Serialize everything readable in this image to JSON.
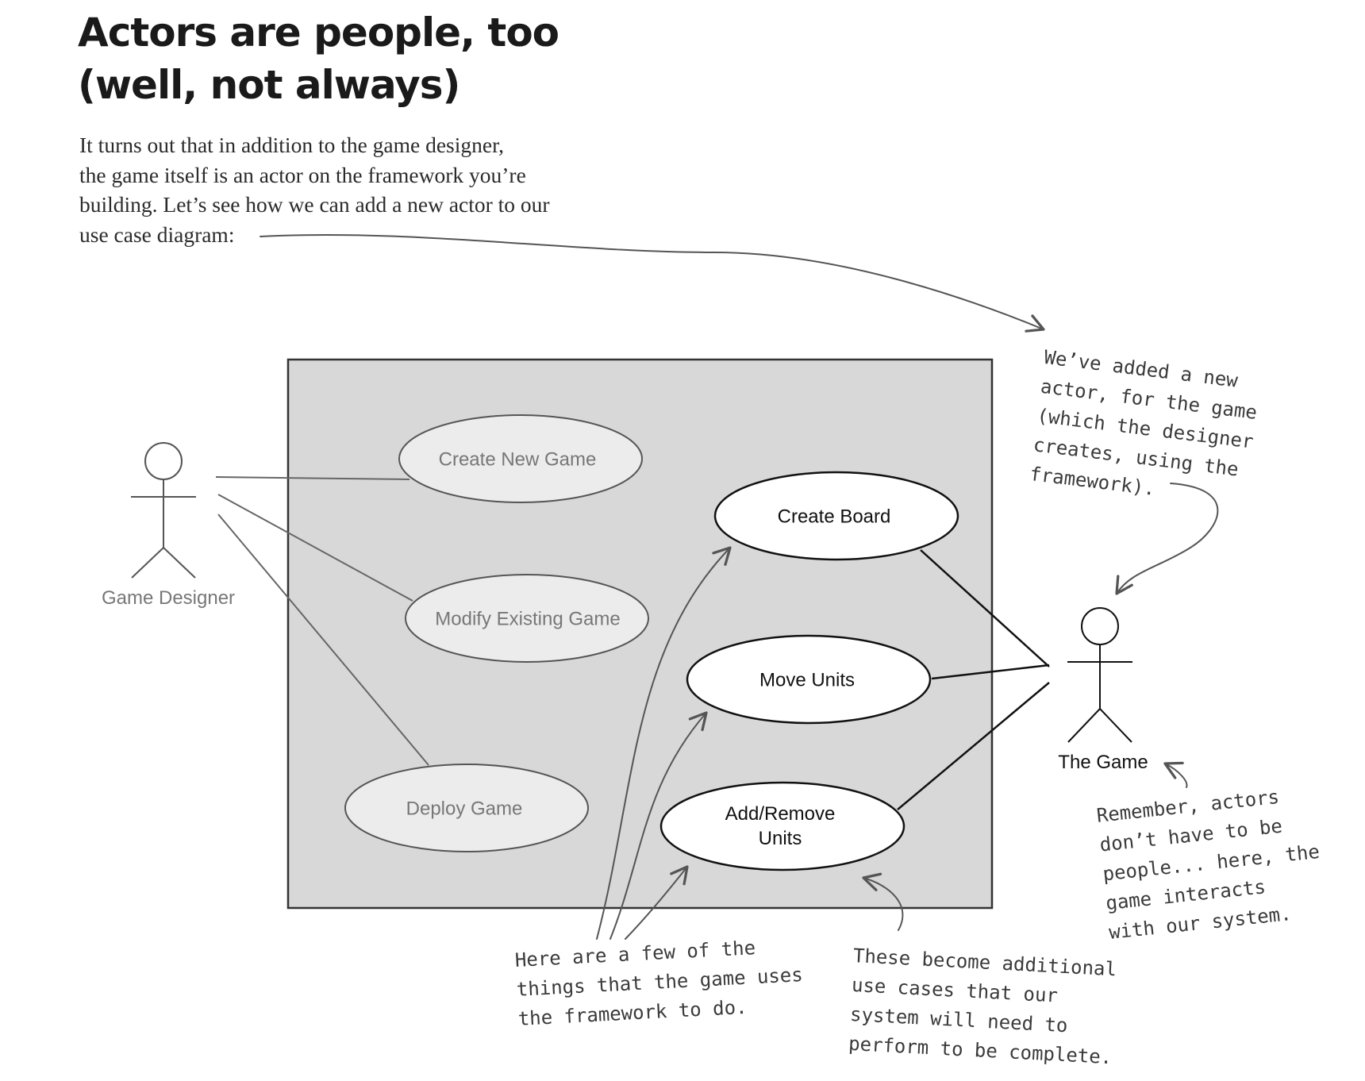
{
  "title": {
    "line1": "Actors are people, too",
    "line2": "(well, not always)"
  },
  "intro": {
    "lines": [
      "It turns out that in addition to the game designer,",
      "the game itself is an actor on the framework you’re",
      "building. Let’s see how we can add a new actor to our",
      "use case diagram:"
    ]
  },
  "actors": {
    "designer": {
      "label": "Game Designer"
    },
    "game": {
      "label": "The Game"
    }
  },
  "use_cases": {
    "create_new_game": "Create New Game",
    "modify_existing_game": "Modify Existing Game",
    "deploy_game": "Deploy Game",
    "create_board": "Create Board",
    "move_units": "Move Units",
    "add_remove_units": {
      "line1": "Add/Remove",
      "line2": "Units"
    }
  },
  "notes": {
    "new_actor": [
      "We’ve added a new",
      "actor, for the game",
      "(which the designer",
      "creates, using the",
      "framework)."
    ],
    "remember": [
      "Remember, actors",
      "don’t have to be",
      "people... here, the",
      "game interacts",
      "with our system."
    ],
    "things": [
      "Here are a few of the",
      "things that the game uses",
      "the framework to do."
    ],
    "additional": [
      "These become additional",
      "use cases that our",
      "system will need to",
      "perform to be complete."
    ]
  },
  "colors": {
    "system_box_fill": "#d8d8d8",
    "grey_ellipse_fill": "#ececec",
    "grey_text": "#777777",
    "black_text": "#111111",
    "hand_ink": "#555555"
  }
}
